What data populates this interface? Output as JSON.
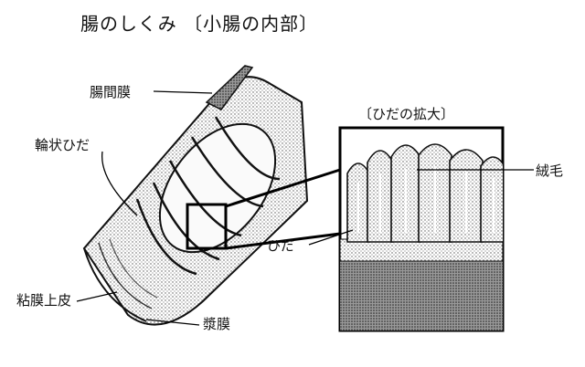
{
  "title": "腸のしくみ 〔小腸の内部〕",
  "inset_title": "〔ひだの拡大〕",
  "labels": {
    "mesentery": "腸間膜",
    "circular_folds": "輪状ひだ",
    "mucosal_epithelium": "粘膜上皮",
    "serosa": "漿膜",
    "villi": "絨毛",
    "fold": "ひだ"
  }
}
